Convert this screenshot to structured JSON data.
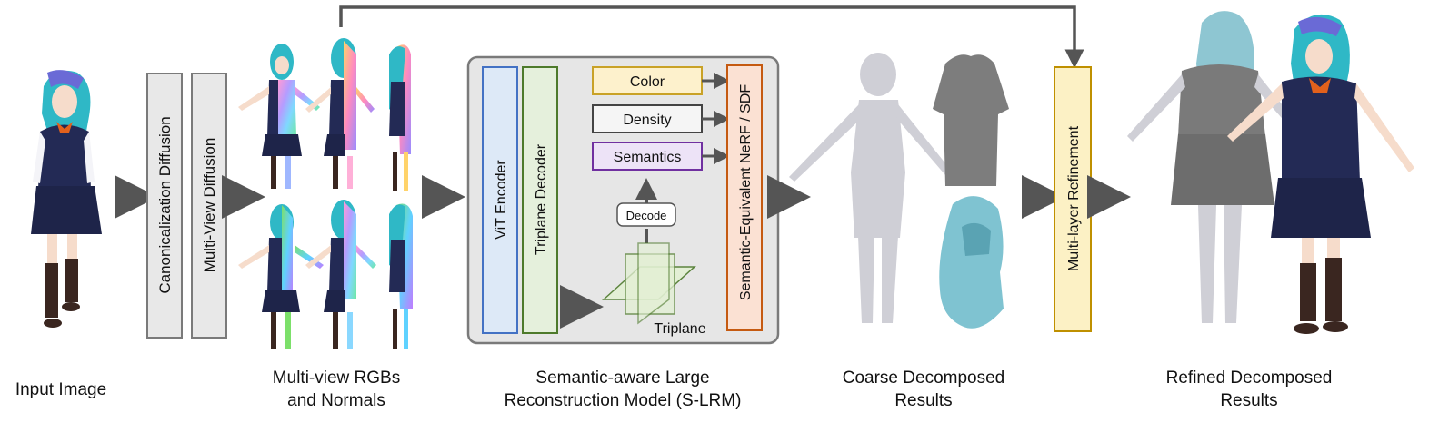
{
  "blocks": {
    "canonicalization": "Canonicalization  Diffusion",
    "multiview_diffusion": "Multi-View  Diffusion",
    "vit_encoder": "ViT Encoder",
    "triplane_decoder": "Triplane Decoder",
    "color": "Color",
    "density": "Density",
    "semantics": "Semantics",
    "decode": "Decode",
    "triplane": "Triplane",
    "nerf_sdf": "Semantic-Equivalent NeRF / SDF",
    "refinement": "Multi-layer Refinement"
  },
  "captions": {
    "input": [
      "Input Image"
    ],
    "multiview": [
      "Multi-view RGBs",
      "and Normals"
    ],
    "slrm": [
      "Semantic-aware Large",
      "Reconstruction Model (S-LRM)"
    ],
    "coarse": [
      "Coarse Decomposed",
      "Results"
    ],
    "refined": [
      "Refined Decomposed",
      "Results"
    ]
  },
  "colors": {
    "arrow": "#555555",
    "gray_box": "#e8e8e8",
    "vit_fill": "#dde9f7",
    "vit_stroke": "#4472c4",
    "decoder_fill": "#e5f0dc",
    "decoder_stroke": "#4e7a2c",
    "color_fill": "#fdf1cc",
    "color_stroke": "#c9a227",
    "semantics_fill": "#ede3f7",
    "semantics_stroke": "#7030a0",
    "nerf_fill": "#fbe1d3",
    "nerf_stroke": "#c55a11",
    "refine_fill": "#fcf1c5",
    "refine_stroke": "#bf9000",
    "hair_teal": "#2fb8c6",
    "uniform_navy": "#232a55",
    "body_gray": "#cfcfd6",
    "shirt_gray": "#7d7d7d",
    "hair_lightblue": "#7fc3d1"
  }
}
